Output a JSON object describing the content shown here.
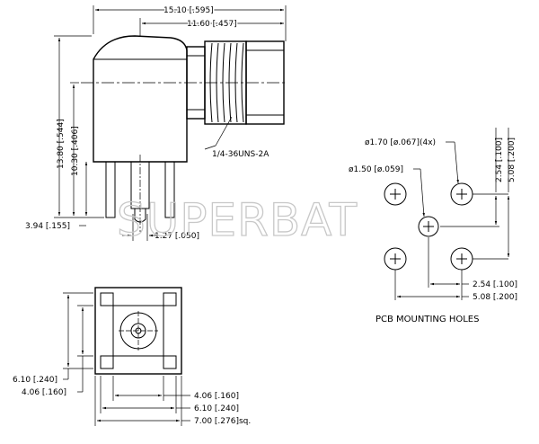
{
  "top_view": {
    "dim_overall_width": "15.10 [.595]",
    "dim_body_to_end": "11.60 [.457]",
    "dim_overall_height": "13.80 [.544]",
    "dim_center_height": "10.30 [.406]",
    "dim_pin_length": "3.94 [.155]",
    "dim_pin_spacing": "1.27 [.050]",
    "thread_spec": "1/4-36UNS-2A"
  },
  "bottom_view": {
    "dim_left_outer": "6.10 [.240]",
    "dim_left_inner": "4.06 [.160]",
    "dim_bottom_inner": "4.06 [.160]",
    "dim_bottom_mid": "6.10 [.240]",
    "dim_bottom_outer": "7.00 [.276]sq."
  },
  "pcb": {
    "dim_outer_hole": "ø1.70 [ø.067](4x)",
    "dim_center_hole": "ø1.50 [ø.059]",
    "dim_vert_small": "2.54 [.100]",
    "dim_vert_large": "5.08 [.200]",
    "dim_horiz_small": "2.54 [.100]",
    "dim_horiz_large": "5.08 [.200]",
    "caption": "PCB MOUNTING HOLES"
  },
  "watermark": "SUPERBAT"
}
